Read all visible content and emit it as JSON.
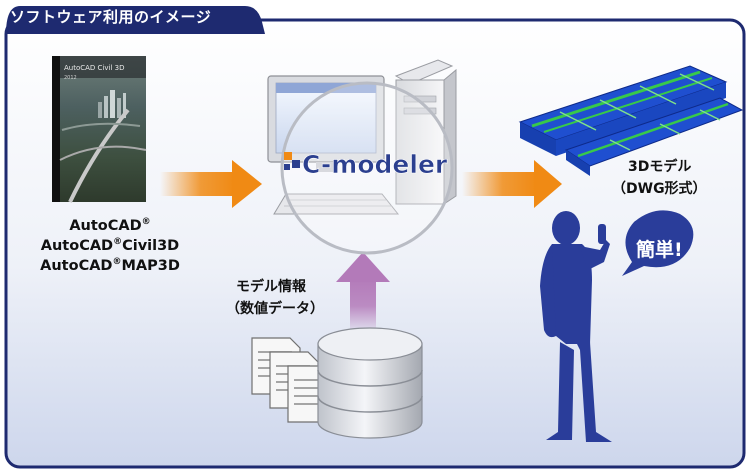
{
  "header": {
    "title": "ソフトウェア利用のイメージ"
  },
  "source": {
    "box_title": "AutoCAD Civil 3D",
    "box_year": "2012",
    "lines": [
      {
        "name": "AutoCAD",
        "mark": "®",
        "suffix": ""
      },
      {
        "name": "AutoCAD",
        "mark": "®",
        "suffix": "Civil3D"
      },
      {
        "name": "AutoCAD",
        "mark": "®",
        "suffix": "MAP3D"
      }
    ]
  },
  "center": {
    "logo_text": "C-modeler"
  },
  "input": {
    "line1": "モデル情報",
    "line2": "（数値データ）"
  },
  "output": {
    "line1": "3Dモデル",
    "line2": "（DWG形式）"
  },
  "callout": {
    "text": "簡単!"
  },
  "colors": {
    "frame": "#1e2a70",
    "arrow_orange": "#f08a14",
    "arrow_purple": "#b37ab9",
    "logo_blue": "#2b3f8f",
    "bridge_blue": "#1f4fd0",
    "bridge_green": "#38c94a",
    "person": "#2a3d9a"
  }
}
